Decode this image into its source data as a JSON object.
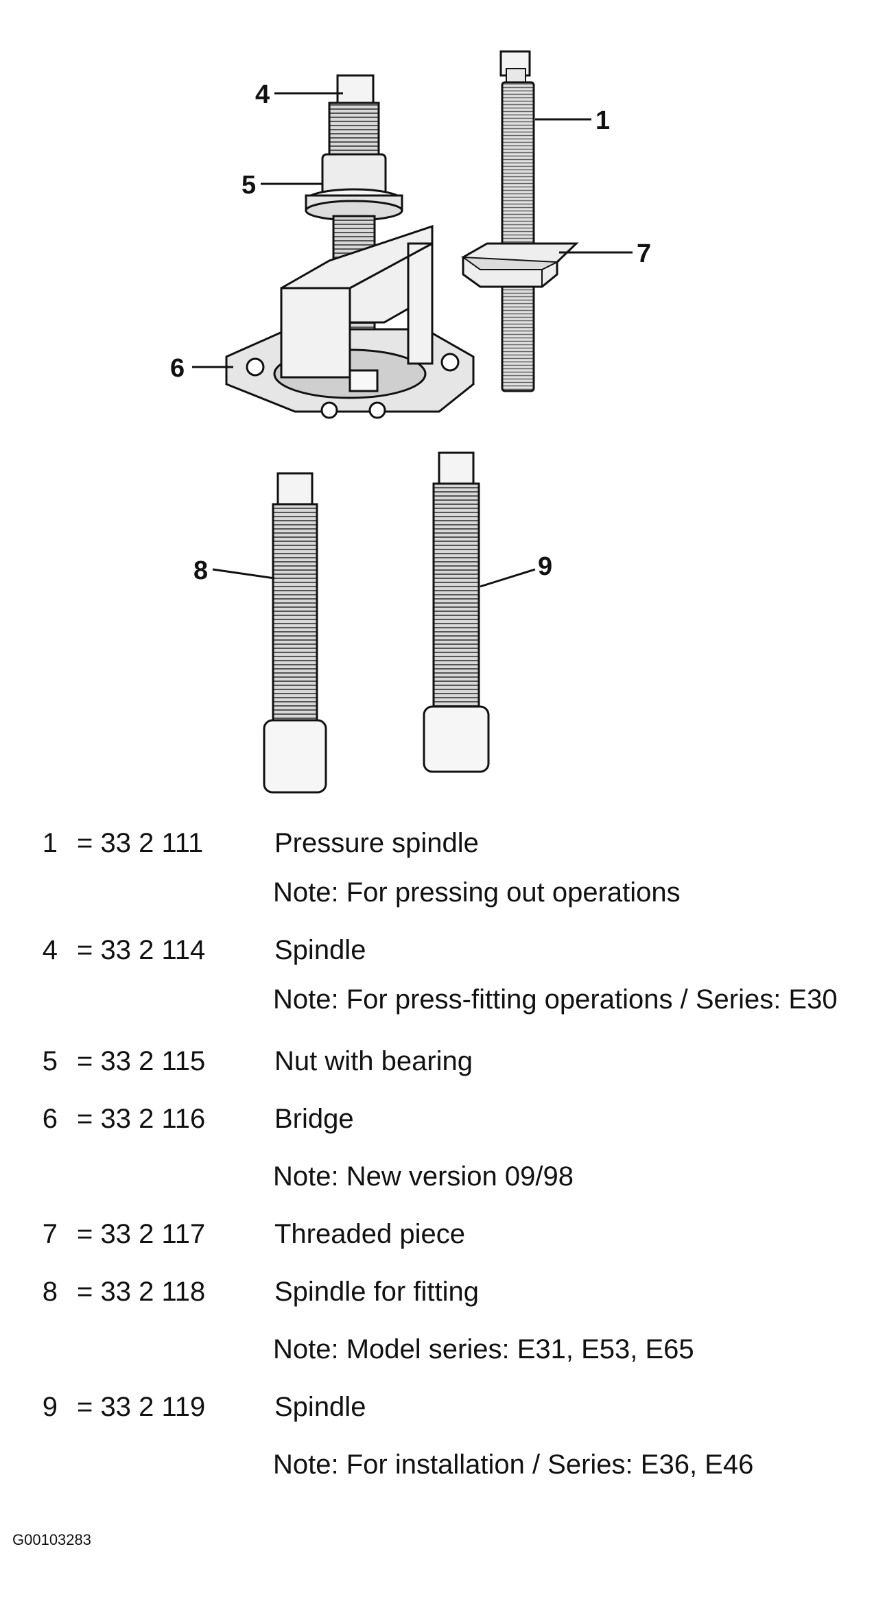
{
  "diagram": {
    "callouts": [
      {
        "id": "callout-4",
        "label": "4"
      },
      {
        "id": "callout-1",
        "label": "1"
      },
      {
        "id": "callout-5",
        "label": "5"
      },
      {
        "id": "callout-7",
        "label": "7"
      },
      {
        "id": "callout-6",
        "label": "6"
      },
      {
        "id": "callout-8",
        "label": "8"
      },
      {
        "id": "callout-9",
        "label": "9"
      }
    ]
  },
  "legend": [
    {
      "num": "1",
      "code": "= 33 2 111",
      "desc": "Pressure spindle",
      "note": "Note: For pressing out operations"
    },
    {
      "num": "4",
      "code": "= 33 2 114",
      "desc": "Spindle",
      "note": "Note: For press-fitting operations / Series: E30"
    },
    {
      "num": "5",
      "code": "= 33 2 115",
      "desc": "Nut with bearing",
      "note": ""
    },
    {
      "num": "6",
      "code": "= 33 2 116",
      "desc": "Bridge",
      "note": "Note: New version 09/98"
    },
    {
      "num": "7",
      "code": "= 33 2 117",
      "desc": "Threaded piece",
      "note": ""
    },
    {
      "num": "8",
      "code": "= 33 2 118",
      "desc": "Spindle for fitting",
      "note": "Note: Model series: E31, E53, E65"
    },
    {
      "num": "9",
      "code": "= 33 2 119",
      "desc": "Spindle",
      "note": "Note: For installation / Series: E36, E46"
    }
  ],
  "figure_id": "G00103283"
}
